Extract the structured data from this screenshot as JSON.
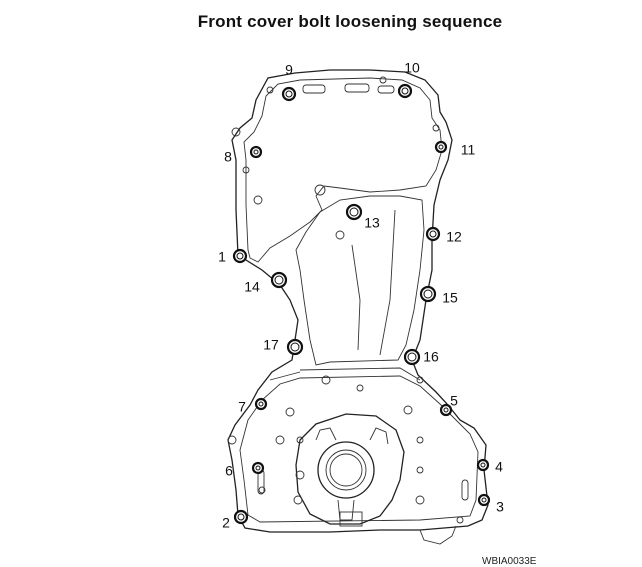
{
  "title": "Front cover bolt loosening sequence",
  "image_ref": "WBIA0033E",
  "bolts": [
    {
      "label": "1"
    },
    {
      "label": "2"
    },
    {
      "label": "3"
    },
    {
      "label": "4"
    },
    {
      "label": "5"
    },
    {
      "label": "6"
    },
    {
      "label": "7"
    },
    {
      "label": "8"
    },
    {
      "label": "9"
    },
    {
      "label": "10"
    },
    {
      "label": "11"
    },
    {
      "label": "12"
    },
    {
      "label": "13"
    },
    {
      "label": "14"
    },
    {
      "label": "15"
    },
    {
      "label": "16"
    },
    {
      "label": "17"
    }
  ]
}
